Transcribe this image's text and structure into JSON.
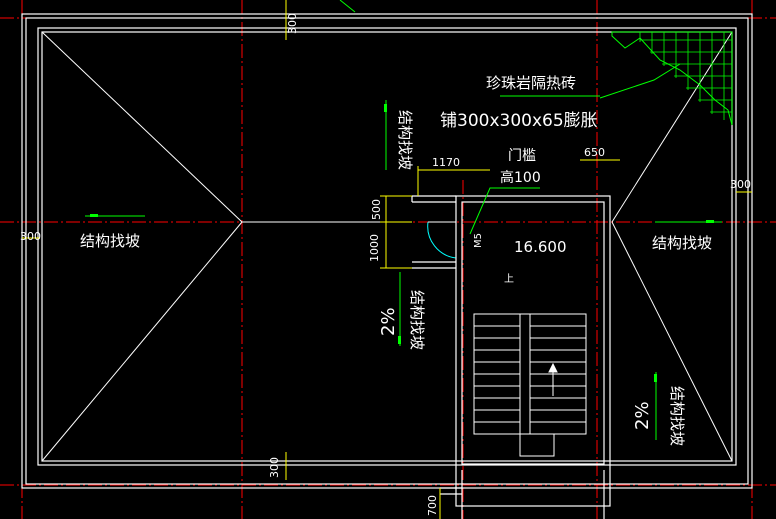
{
  "drawing": {
    "background": "#000000",
    "colors": {
      "wall": "#ffffff",
      "axis": "#ff0000",
      "dimension": "#ffff00",
      "leader": "#00ff00",
      "annotation": "#ffffff",
      "door_swing": "#00ffff",
      "tile_pattern": "#00ff00"
    },
    "labels": {
      "tile_material": "珍珠岩隔热砖",
      "tile_spec": "铺300x300x65膨胀",
      "threshold": "门槛",
      "threshold_height": "高100",
      "door_tag": "M5",
      "elevation": "16.600",
      "slope_left": "结构找坡",
      "slope_right": "结构找坡",
      "slope_top_vertical": "结构找坡",
      "slope_mid_vertical": "结构找坡",
      "slope_bottom_right": "结构找坡",
      "pct_mid": "2%",
      "pct_right": "2%",
      "stair_up": "上"
    },
    "dimensions": {
      "d300_top": "300",
      "d300_left": "300",
      "d300_right": "300",
      "d300_bottom": "300",
      "d1170": "1170",
      "d650": "650",
      "d500": "500",
      "d1000": "1000",
      "d700": "700"
    }
  }
}
